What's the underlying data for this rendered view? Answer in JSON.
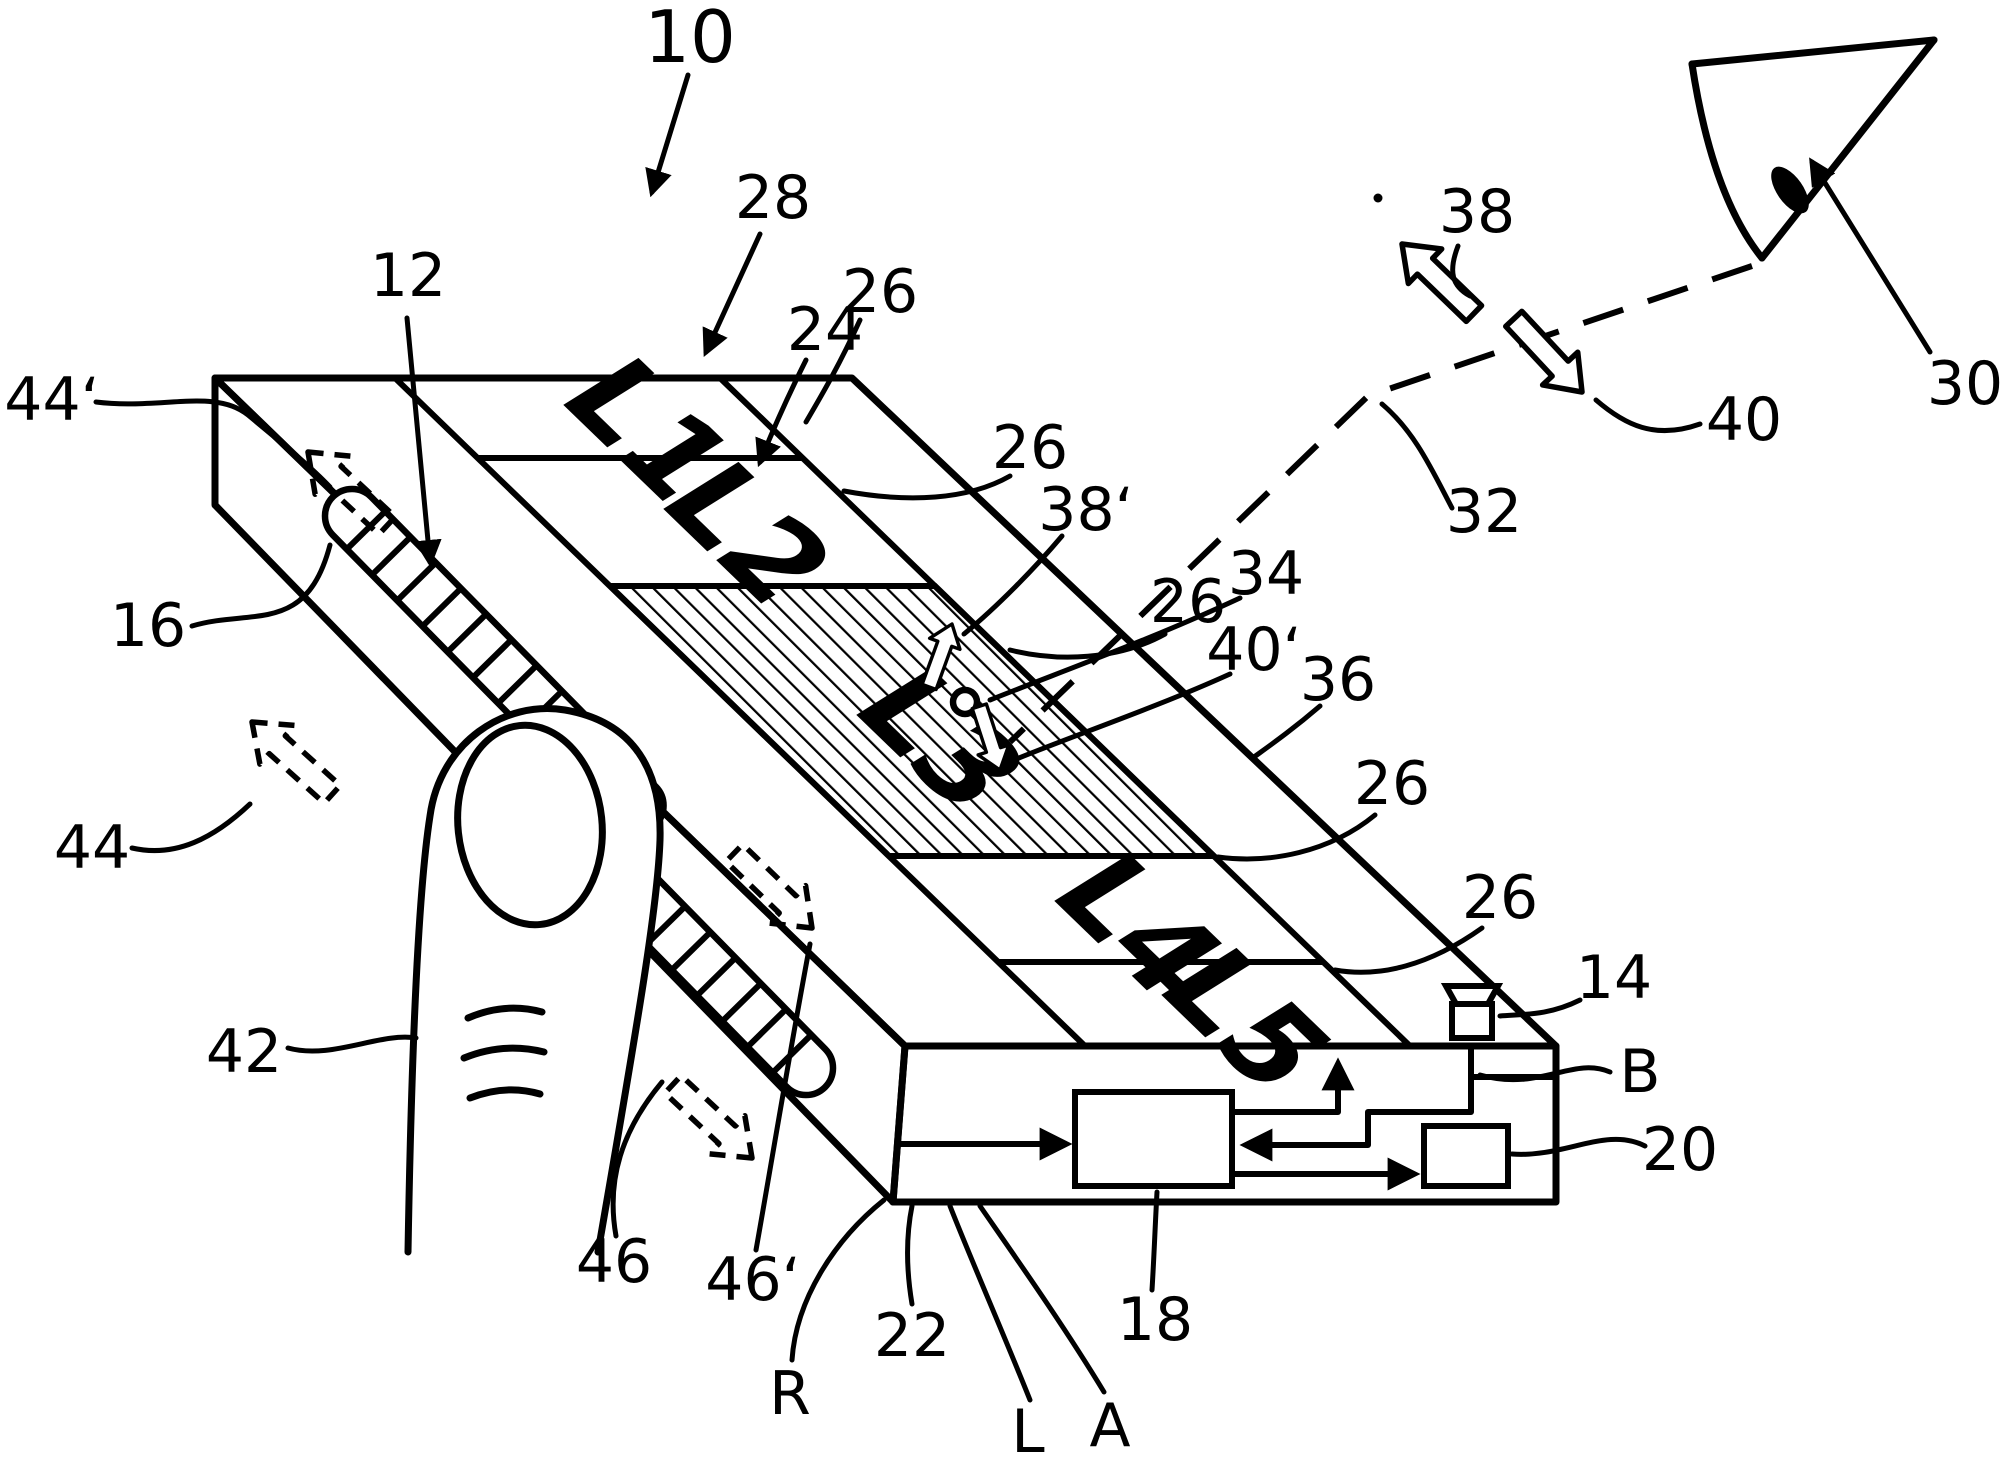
{
  "figure": {
    "type": "patent-line-drawing",
    "background_color": "#ffffff",
    "ink_color": "#000000",
    "device": {
      "segments": [
        "L1",
        "L2",
        "L3",
        "L4",
        "L5"
      ],
      "hatched_segment": "L3"
    },
    "labels": {
      "n10": "10",
      "n12": "12",
      "n14": "14",
      "n16": "16",
      "n18": "18",
      "n20": "20",
      "n22": "22",
      "n24": "24",
      "n26a": "26",
      "n26b": "26",
      "n26c": "26",
      "n26d": "26",
      "n26e": "26",
      "n28": "28",
      "n30": "30",
      "n32": "32",
      "n34": "34",
      "n36": "36",
      "n38": "38",
      "n38p": "38‘",
      "n40": "40",
      "n40p": "40‘",
      "n42": "42",
      "n44": "44",
      "n44p": "44‘",
      "n46": "46",
      "n46p": "46‘",
      "A": "A",
      "B": "B",
      "L": "L",
      "R": "R"
    }
  }
}
